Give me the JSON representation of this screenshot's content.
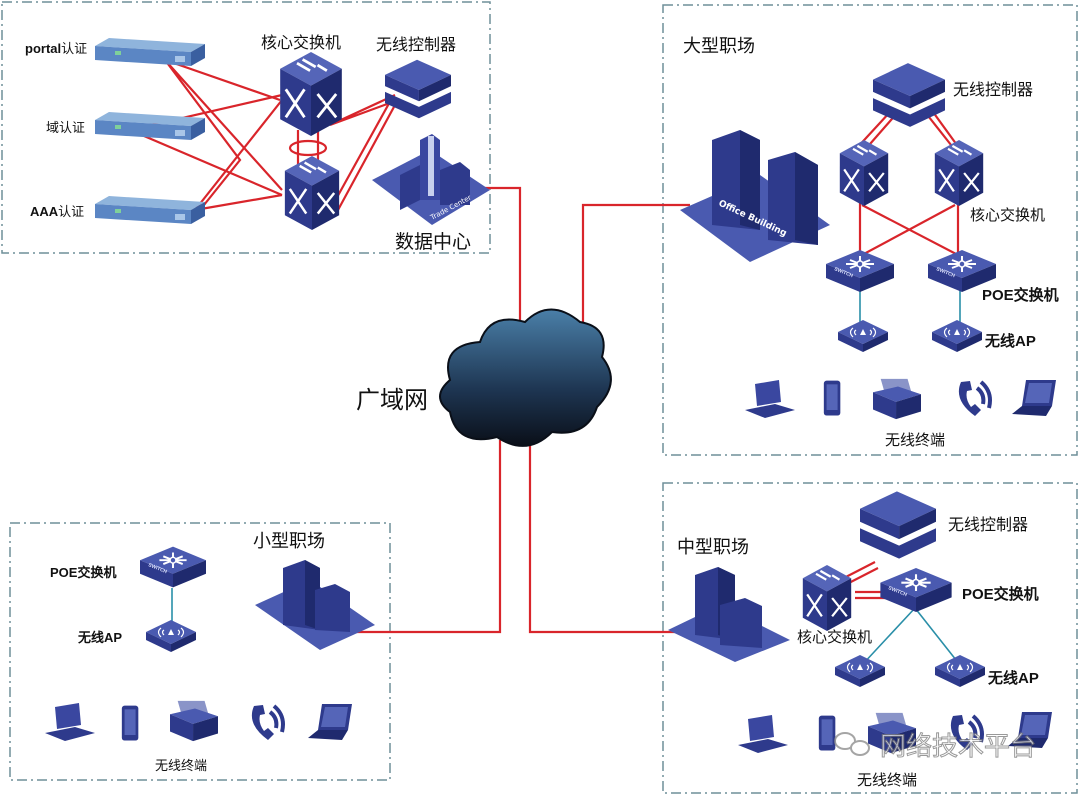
{
  "wan_label": "广域网",
  "data_center": {
    "title": "数据中心",
    "core_switch_label": "核心交换机",
    "controller_label": "无线控制器",
    "servers": [
      {
        "label_bold": "portal",
        "label": "认证"
      },
      {
        "label_bold": "",
        "label": "域认证"
      },
      {
        "label_bold": "AAA",
        "label": "认证"
      }
    ],
    "building_sign": "Trade Center"
  },
  "large_site": {
    "title": "大型职场",
    "controller_label": "无线控制器",
    "core_switch_label": "核心交换机",
    "poe_label": "POE交换机",
    "ap_label": "无线AP",
    "terminals_label": "无线终端",
    "building_sign": "Office Building"
  },
  "small_site": {
    "title": "小型职场",
    "poe_label": "POE交换机",
    "ap_label": "无线AP",
    "terminals_label": "无线终端"
  },
  "medium_site": {
    "title": "中型职场",
    "controller_label": "无线控制器",
    "core_switch_label": "核心交换机",
    "poe_label": "POE交换机",
    "ap_label": "无线AP",
    "terminals_label": "无线终端"
  },
  "switch_text": "SWITCH",
  "watermark": "网络技术平台",
  "colors": {
    "device": "#2e3a8c",
    "link": "#d9252b",
    "ap_link": "#2a8fa8",
    "box": "#6f8f99"
  }
}
